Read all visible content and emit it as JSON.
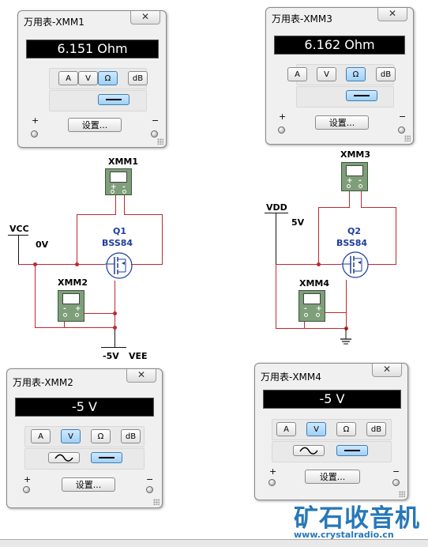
{
  "windows": {
    "xmm1": {
      "title": "万用表-XMM1",
      "reading": "6.151 Ohm",
      "close": "✕",
      "mode": "ohm",
      "setting_label": "设置...",
      "plus": "+",
      "minus": "−"
    },
    "xmm3": {
      "title": "万用表-XMM3",
      "reading": "6.162 Ohm",
      "close": "✕",
      "mode": "ohm",
      "setting_label": "设置...",
      "plus": "+",
      "minus": "−"
    },
    "xmm2": {
      "title": "万用表-XMM2",
      "reading": "-5 V",
      "close": "✕",
      "mode": "volt",
      "setting_label": "设置...",
      "plus": "+",
      "minus": "−"
    },
    "xmm4": {
      "title": "万用表-XMM4",
      "reading": "-5 V",
      "close": "✕",
      "mode": "volt",
      "setting_label": "设置...",
      "plus": "+",
      "minus": "−"
    }
  },
  "mode_buttons": {
    "a": "A",
    "v": "V",
    "ohm": "Ω",
    "db": "dB"
  },
  "schematic": {
    "xmm1": "XMM1",
    "xmm2": "XMM2",
    "xmm3": "XMM3",
    "xmm4": "XMM4",
    "vcc": "VCC",
    "vcc_val": "0V",
    "vee": "VEE",
    "vee_val": "-5V",
    "vdd": "VDD",
    "vdd_val": "5V",
    "q1": "Q1",
    "q1_part": "BSS84",
    "q2": "Q2",
    "q2_part": "BSS84",
    "meter_plus": "+",
    "meter_minus": "-"
  },
  "watermark": {
    "text": "矿石收音机",
    "url": "www.crystalradio.cn"
  },
  "colors": {
    "wire": "#c0282d",
    "component_blue": "#1d3c9e",
    "meter_green": "#7f9e7a",
    "active_button": "#9fd0f5"
  }
}
